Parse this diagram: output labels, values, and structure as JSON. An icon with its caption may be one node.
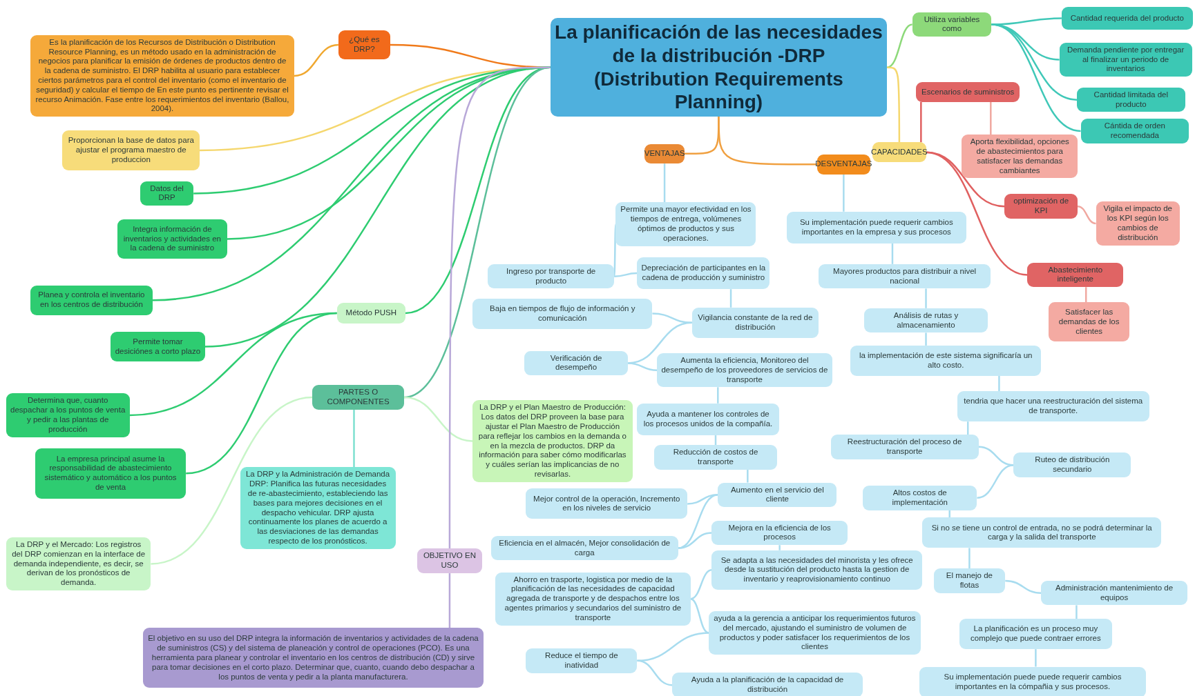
{
  "diagram": {
    "nodes": [
      {
        "text": [
          "La planificación de las necesidades de la distribución -DRP (Distribution Requirements Planning)"
        ]
      },
      {
        "text": [
          "¿Qué es DRP?"
        ]
      },
      {
        "text": [
          "Es la planificación de los Recursos de Distribución o Distribution Resource Planning, es un método usado en la administración de negocios para planificar la emisión de órdenes de productos dentro de la cadena de suministro. El DRP habilita al usuario para establecer ciertos parámetros para el control del inventario (como el inventario de seguridad) y calcular el tiempo de En este punto es pertinente revisar el recurso Animación. Fase entre los requerimientos del inventario (Ballou, 2004)."
        ]
      },
      {
        "text": [
          "Proporcionan la base de datos para ajustar el programa maestro de produccion"
        ]
      },
      {
        "text": [
          "Datos del DRP"
        ]
      },
      {
        "text": [
          "Integra información de inventarios y actividades en la cadena de suministro"
        ]
      },
      {
        "text": [
          "Planea y controla el inventario en los centros de distribución"
        ]
      },
      {
        "text": [
          "Método PUSH"
        ]
      },
      {
        "text": [
          "Permite tomar desiciónes a corto plazo"
        ]
      },
      {
        "text": [
          "Determina que, cuanto despachar a los puntos de venta y pedir a las plantas de producción"
        ]
      },
      {
        "text": [
          "PARTES O COMPONENTES"
        ]
      },
      {
        "text": [
          "La empresa principal asume la responsabilidad de abastecimiento sistemático y automático a los puntos de venta"
        ]
      },
      {
        "text": [
          "La DRP y la Administración de Demanda DRP: Planifica las futuras necesidades de re-abastecimiento, estableciendo las bases para mejores decisiones en el despacho vehicular. DRP ajusta continuamente los planes de acuerdo a las desviaciones de las demandas respecto de los pronósticos."
        ]
      },
      {
        "text": [
          "La DRP y el Mercado: Los registros del DRP comienzan en la interface de demanda independiente, es decir, se derivan de los pronósticos de demanda."
        ]
      },
      {
        "text": [
          "OBJETIVO EN USO"
        ]
      },
      {
        "text": [
          "El objetivo en su uso del DRP integra la información de inventarios y actividades de la cadena de suministros (CS) y del sistema de planeación y control de operaciones (PCO). Es una herramienta para planear y controlar el inventario en los centros de distribución (CD) y sirve para tomar decisiones en el corto plazo. Determinar que, cuanto, cuando debo despachar a los puntos de venta y pedir a la planta manufacturera."
        ]
      },
      {
        "text": [
          "Utiliza variables como"
        ]
      },
      {
        "text": [
          "Cantidad requerida del producto"
        ]
      },
      {
        "text": [
          "Demanda pendiente por entregar al finalizar un periodo de inventarios"
        ]
      },
      {
        "text": [
          "Escenarios de suministros"
        ]
      },
      {
        "text": [
          "Cantidad limitada del producto"
        ]
      },
      {
        "text": [
          "Cántida de orden recomendada"
        ]
      },
      {
        "text": [
          "VENTAJAS"
        ]
      },
      {
        "text": [
          "DESVENTAJAS"
        ]
      },
      {
        "text": [
          "CAPACIDADES"
        ]
      },
      {
        "text": [
          "Aporta flexibilidad, opciones de abastecimientos para satisfacer las demandas cambiantes"
        ]
      },
      {
        "text": [
          "Permite una mayor efectividad en los tiempos de entrega, volúmenes óptimos de productos y sus operaciones."
        ]
      },
      {
        "text": [
          "Su implementación puede requerir cambios importantes en la empresa y sus procesos"
        ]
      },
      {
        "text": [
          "optimización de KPI"
        ]
      },
      {
        "text": [
          "Vigila el impacto de los KPI según los cambios de distribución"
        ]
      },
      {
        "text": [
          "Ingreso por transporte de producto"
        ]
      },
      {
        "text": [
          "Depreciación de participantes en la cadena de producción y suministro"
        ]
      },
      {
        "text": [
          "Mayores productos para distribuir a nivel nacional"
        ]
      },
      {
        "text": [
          "Abastecimiento inteligente"
        ]
      },
      {
        "text": [
          "Baja en tiempos de flujo de información y comunicación"
        ]
      },
      {
        "text": [
          "Vigilancia constante de la red de distribución"
        ]
      },
      {
        "text": [
          "Análisis de rutas y almacenamiento"
        ]
      },
      {
        "text": [
          "Satisfacer las demandas de los clientes"
        ]
      },
      {
        "text": [
          "Verificación de desempeño"
        ]
      },
      {
        "text": [
          "Aumenta la eficiencia, Monitoreo del desempeño de los proveedores de servicios de transporte"
        ]
      },
      {
        "text": [
          "la implementación de este sistema significaría un alto costo."
        ]
      },
      {
        "text": [
          "tendria que hacer una reestructuración del sistema de transporte."
        ]
      },
      {
        "text": [
          "La DRP y el Plan Maestro de Producción: Los datos del DRP proveen la base para ajustar el Plan Maestro de Producción para reflejar los cambios en la demanda o en la mezcla de productos. DRP da información para saber cómo modificarlas y cuáles serían las implicancias de no revisarlas."
        ]
      },
      {
        "text": [
          "Ayuda a mantener los controles de los procesos unidos de la compañía."
        ]
      },
      {
        "text": [
          "Reestructuración del proceso de transporte"
        ]
      },
      {
        "text": [
          "Reducción de costos de transporte"
        ]
      },
      {
        "text": [
          "Ruteo de distribución secundario"
        ]
      },
      {
        "text": [
          "Mejor control de la operación, Incremento en los niveles de servicio"
        ]
      },
      {
        "text": [
          "Aumento en el servicio del cliente"
        ]
      },
      {
        "text": [
          "Altos costos de implementación"
        ]
      },
      {
        "text": [
          "Mejora en la eficiencia de los procesos"
        ]
      },
      {
        "text": [
          "Eficiencia en el almacén, Mejor consolidación de carga"
        ]
      },
      {
        "text": [
          "Si no se tiene un control de entrada, no se podrá determinar la carga y la salida del transporte"
        ]
      },
      {
        "text": [
          "Se adapta a las necesidades del minorista y les ofrece desde la sustitución del producto hasta la gestion de inventario y reaprovisionamiento continuo"
        ]
      },
      {
        "text": [
          "El manejo de flotas"
        ]
      },
      {
        "text": [
          "Administración mantenimiento de equipos"
        ]
      },
      {
        "text": [
          "Ahorro en trasporte, logistica por medio de la planificación de las necesidades de capacidad agregada de transporte y de despachos entre los agentes primarios y secundarios del suministro de transporte"
        ]
      },
      {
        "text": [
          "ayuda a la gerencia a anticipar los requerimientos futuros del mercado, ajustando el suministro de volumen de productos y poder satisfacer los requerimientos de los clientes"
        ]
      },
      {
        "text": [
          "La planificación es un proceso muy complejo que puede contraer errores"
        ]
      },
      {
        "text": [
          "Reduce el tiempo de inatividad"
        ]
      },
      {
        "text": [
          "Ayuda a la planificación de la capacidad de distribución"
        ]
      },
      {
        "text": [
          "Su implementación puede puede requerir cambios importantes en la cómpañia y sus procesos."
        ]
      }
    ],
    "edges": [
      {
        "from": 0,
        "to": 1,
        "arrow": "none",
        "color": "#f07a1a"
      },
      {
        "from": 1,
        "to": 2,
        "arrow": "none",
        "color": "#f0a830"
      },
      {
        "from": 0,
        "to": 3,
        "arrow": "none",
        "color": "#f5d76e"
      },
      {
        "from": 0,
        "to": 4,
        "arrow": "none",
        "color": "#2ecc71"
      },
      {
        "from": 0,
        "to": 5,
        "arrow": "none",
        "color": "#2ecc71"
      },
      {
        "from": 0,
        "to": 6,
        "arrow": "none",
        "color": "#2ecc71"
      },
      {
        "from": 0,
        "to": 7,
        "arrow": "none",
        "color": "#2ecc71"
      },
      {
        "from": 0,
        "to": 8,
        "arrow": "none",
        "color": "#2ecc71"
      },
      {
        "from": 7,
        "to": 9,
        "arrow": "none",
        "color": "#2ecc71"
      },
      {
        "from": 7,
        "to": 11,
        "arrow": "none",
        "color": "#2ecc71"
      },
      {
        "from": 0,
        "to": 10,
        "arrow": "none",
        "color": "#5cbf9a"
      },
      {
        "from": 10,
        "to": 13,
        "arrow": "none",
        "color": "#c8f5c8"
      },
      {
        "from": 10,
        "to": 12,
        "arrow": "none",
        "color": "#7ee0d0"
      },
      {
        "from": 10,
        "to": 42,
        "arrow": "none",
        "color": "#c8f5c8"
      },
      {
        "from": 0,
        "to": 14,
        "arrow": "none",
        "color": "#b8a8d8"
      },
      {
        "from": 14,
        "to": 15,
        "arrow": "none",
        "color": "#b8a8d8"
      },
      {
        "from": 0,
        "to": 16,
        "arrow": "none",
        "color": "#8dd97a"
      },
      {
        "from": 16,
        "to": 17,
        "arrow": "none",
        "color": "#40c8b8"
      },
      {
        "from": 16,
        "to": 18,
        "arrow": "none",
        "color": "#40c8b8"
      },
      {
        "from": 16,
        "to": 20,
        "arrow": "none",
        "color": "#40c8b8"
      },
      {
        "from": 16,
        "to": 21,
        "arrow": "none",
        "color": "#40c8b8"
      },
      {
        "from": 0,
        "to": 24,
        "arrow": "none",
        "color": "#f5d76e"
      },
      {
        "from": 24,
        "to": 19,
        "arrow": "none",
        "color": "#e06060"
      },
      {
        "from": 19,
        "to": 25,
        "arrow": "none",
        "color": "#f0a8a0"
      },
      {
        "from": 24,
        "to": 28,
        "arrow": "none",
        "color": "#e06060"
      },
      {
        "from": 28,
        "to": 29,
        "arrow": "none",
        "color": "#f0a8a0"
      },
      {
        "from": 24,
        "to": 33,
        "arrow": "none",
        "color": "#e06060"
      },
      {
        "from": 33,
        "to": 37,
        "arrow": "none",
        "color": "#f0a8a0"
      },
      {
        "from": 0,
        "to": 22,
        "arrow": "none",
        "color": "#f0a040"
      },
      {
        "from": 0,
        "to": 23,
        "arrow": "none",
        "color": "#f0a040"
      },
      {
        "from": 22,
        "to": 26,
        "arrow": "none"
      },
      {
        "from": 26,
        "to": 30,
        "arrow": "none"
      },
      {
        "from": 30,
        "to": 31,
        "arrow": "none"
      },
      {
        "from": 31,
        "to": 35,
        "arrow": "none"
      },
      {
        "from": 34,
        "to": 35,
        "arrow": "none"
      },
      {
        "from": 38,
        "to": 35,
        "arrow": "none"
      },
      {
        "from": 38,
        "to": 39,
        "arrow": "none"
      },
      {
        "from": 39,
        "to": 43,
        "arrow": "none"
      },
      {
        "from": 43,
        "to": 45,
        "arrow": "none"
      },
      {
        "from": 45,
        "to": 48,
        "arrow": "none"
      },
      {
        "from": 47,
        "to": 48,
        "arrow": "none"
      },
      {
        "from": 51,
        "to": 48,
        "arrow": "none"
      },
      {
        "from": 51,
        "to": 50,
        "arrow": "none"
      },
      {
        "from": 50,
        "to": 53,
        "arrow": "none"
      },
      {
        "from": 56,
        "to": 53,
        "arrow": "none"
      },
      {
        "from": 56,
        "to": 57,
        "arrow": "none"
      },
      {
        "from": 59,
        "to": 57,
        "arrow": "none"
      },
      {
        "from": 59,
        "to": 60,
        "arrow": "none"
      },
      {
        "from": 23,
        "to": 27,
        "arrow": "none"
      },
      {
        "from": 27,
        "to": 32,
        "arrow": "none"
      },
      {
        "from": 32,
        "to": 36,
        "arrow": "none"
      },
      {
        "from": 36,
        "to": 40,
        "arrow": "none"
      },
      {
        "from": 40,
        "to": 41,
        "arrow": "none"
      },
      {
        "from": 41,
        "to": 44,
        "arrow": "none"
      },
      {
        "from": 44,
        "to": 46,
        "arrow": "none"
      },
      {
        "from": 49,
        "to": 46,
        "arrow": "none"
      },
      {
        "from": 49,
        "to": 52,
        "arrow": "none"
      },
      {
        "from": 52,
        "to": 54,
        "arrow": "none"
      },
      {
        "from": 54,
        "to": 55,
        "arrow": "none"
      },
      {
        "from": 55,
        "to": 58,
        "arrow": "none"
      },
      {
        "from": 58,
        "to": 61,
        "arrow": "none"
      }
    ]
  }
}
